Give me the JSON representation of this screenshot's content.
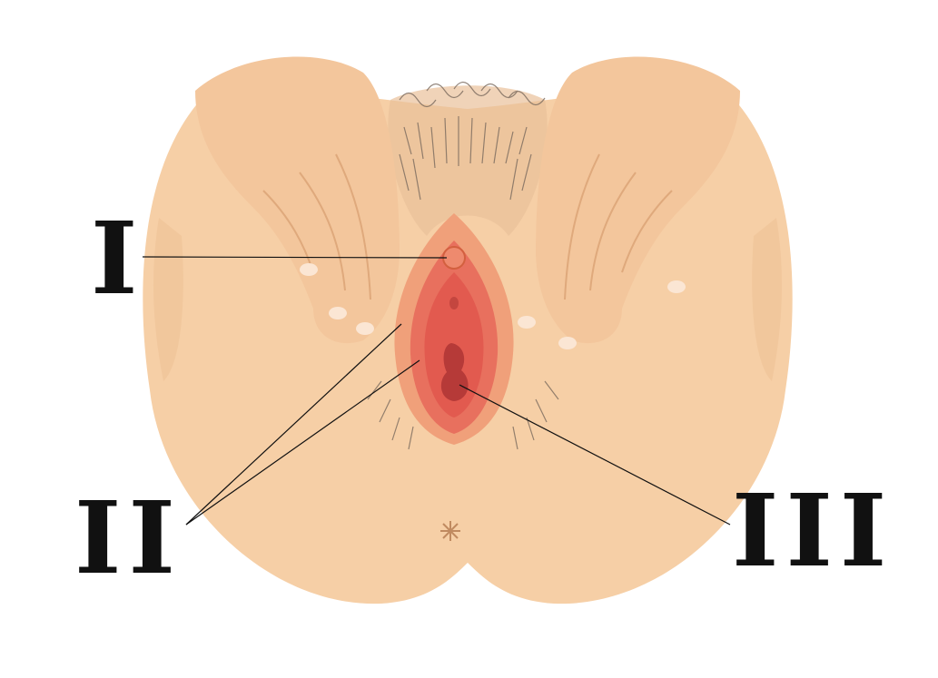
{
  "labels": {
    "i": "I",
    "ii": "II",
    "iii": "III"
  },
  "colors": {
    "skin": "#f6cfa6",
    "skin_shadow": "#ebbd90",
    "hand": "#f3c69c",
    "hand_line": "#dfa97c",
    "nail": "#fbe6d4",
    "hair": "#7a6a5e",
    "outer_lip": "#f0a07a",
    "inner_lip": "#e8705e",
    "inner_center": "#e25a4f",
    "opening": "#b63a38",
    "leader_line": "#111111",
    "label_text": "#111111"
  }
}
